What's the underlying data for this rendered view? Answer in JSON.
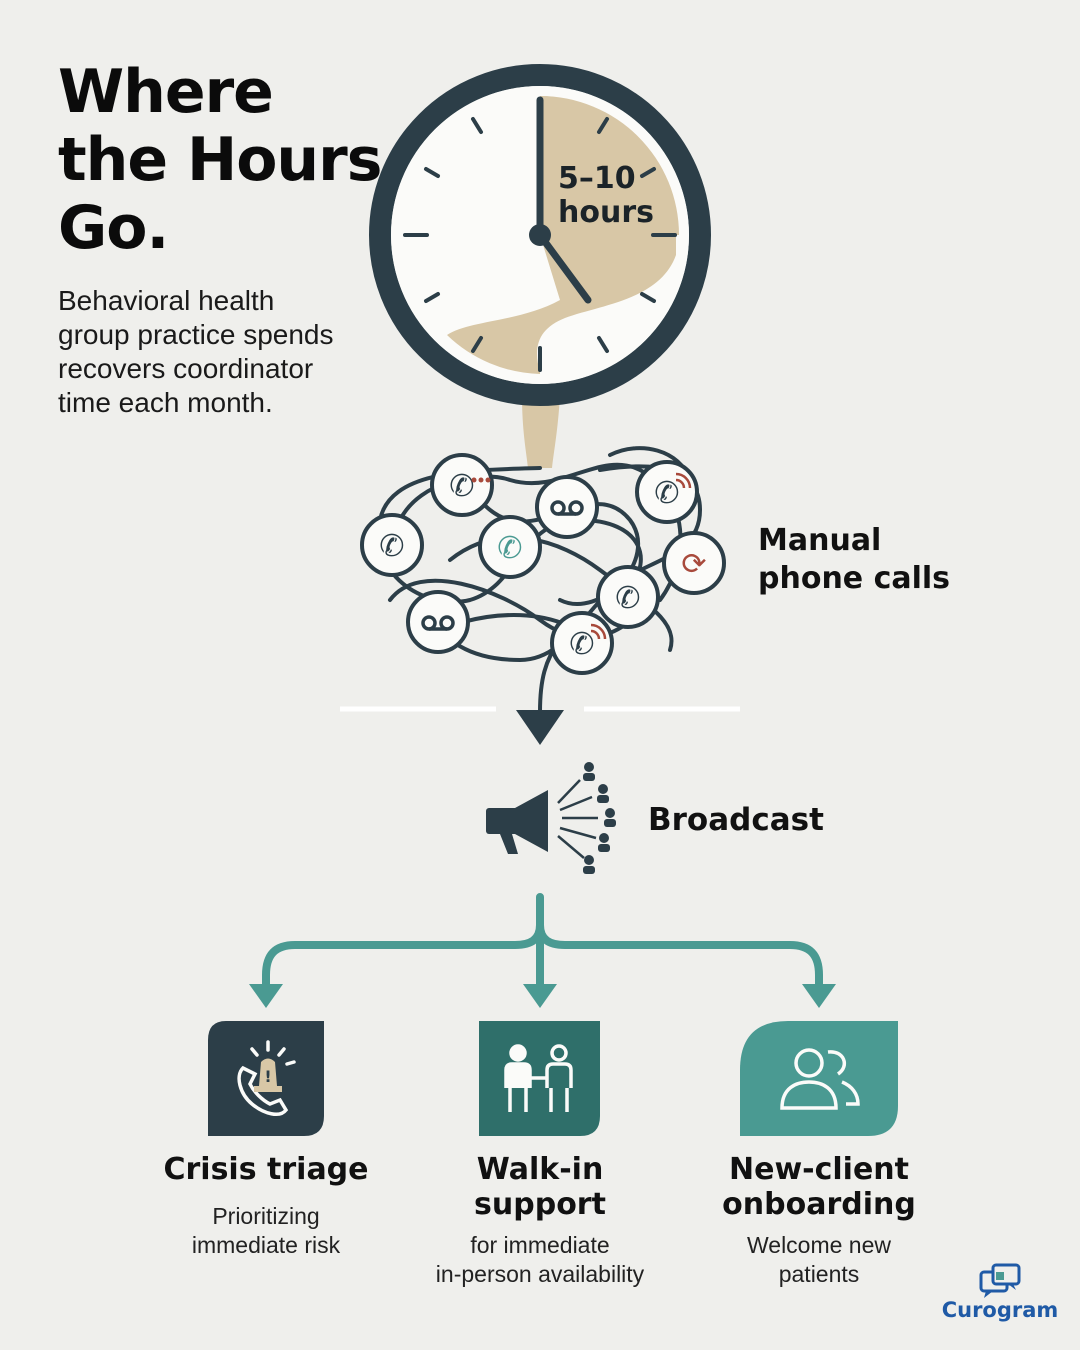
{
  "header": {
    "title_lines": [
      "Where",
      "the Hours",
      "Go."
    ],
    "subtitle_lines": [
      "Behavioral health",
      "group practice spends",
      "recovers coordinator",
      "time each month."
    ]
  },
  "clock": {
    "label_lines": [
      "5–10",
      "hours"
    ],
    "icon": "clock-icon"
  },
  "manual_calls": {
    "label_lines": [
      "Manual",
      "phone calls"
    ],
    "icons": [
      "phone-icon",
      "voicemail-icon",
      "phone-ringing-icon",
      "refresh-icon"
    ]
  },
  "broadcast": {
    "label": "Broadcast",
    "icon": "megaphone-icon"
  },
  "outcomes": [
    {
      "title_lines": [
        "Crisis triage"
      ],
      "desc_lines": [
        "Prioritizing",
        "immediate risk"
      ],
      "icon": "alert-phone-icon"
    },
    {
      "title_lines": [
        "Walk-in",
        "support"
      ],
      "desc_lines": [
        "for immediate",
        "in-person availability"
      ],
      "icon": "people-handshake-icon"
    },
    {
      "title_lines": [
        "New-client",
        "onboarding"
      ],
      "desc_lines": [
        "Welcome new",
        "patients"
      ],
      "icon": "users-icon"
    }
  ],
  "brand": {
    "name": "Curogram",
    "icon": "chat-bubbles-icon"
  },
  "colors": {
    "background": "#efefec",
    "dark_slate": "#2c3e48",
    "sand": "#d8c7a6",
    "teal": "#4a9a92",
    "teal_dark": "#2f6f6a",
    "alert_red": "#a84a3c",
    "brand_blue": "#1f5aa6"
  }
}
